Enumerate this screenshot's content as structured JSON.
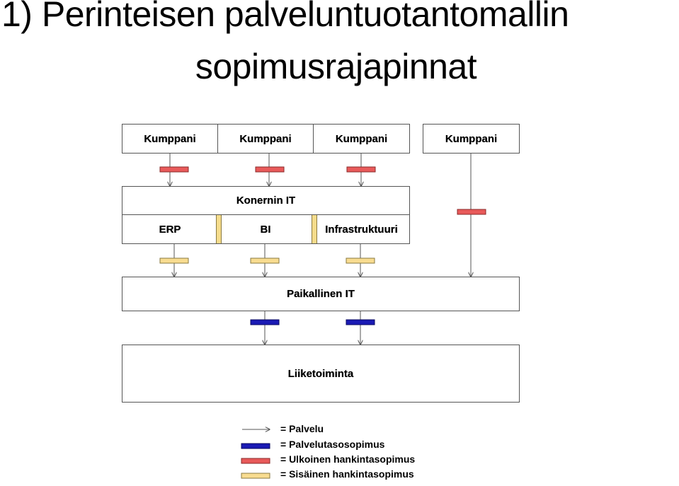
{
  "title": {
    "line1": "1) Perinteisen palveluntuotantomallin",
    "line2": "sopimusrajapinnat"
  },
  "partners": [
    "Kumppani",
    "Kumppani",
    "Kumppani",
    "Kumppani"
  ],
  "konserni": {
    "label": "Konernin IT",
    "units": [
      "ERP",
      "BI",
      "Infrastruktuuri"
    ]
  },
  "local_it": "Paikallinen IT",
  "business": "Liiketoiminta",
  "legend": {
    "service": "= Palvelu",
    "sla": "= Palvelutasosopimus",
    "external": "= Ulkoinen hankintasopimus",
    "internal": "= Sisäinen hankintasopimus"
  },
  "colors": {
    "external": "#e85a5a",
    "internal": "#f8dc90",
    "sla": "#1a1ab4",
    "line": "#555555"
  }
}
